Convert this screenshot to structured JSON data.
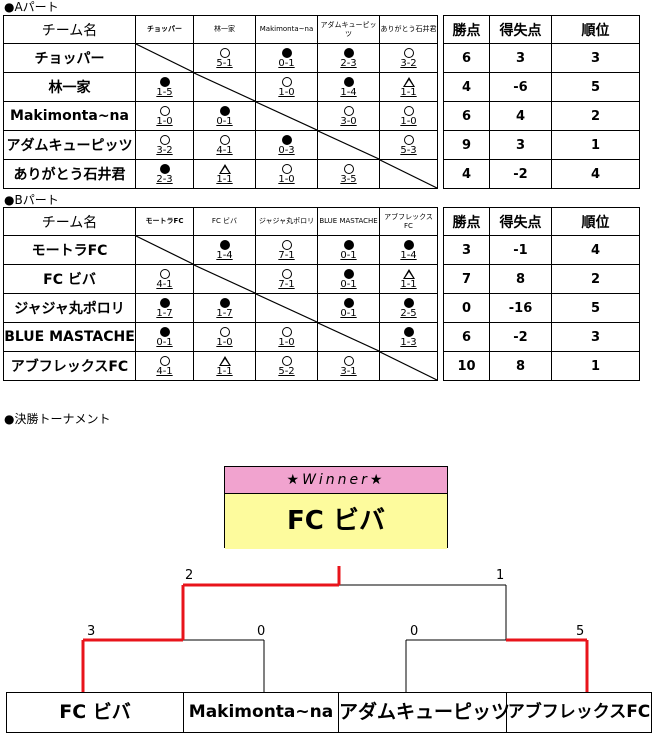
{
  "sections": {
    "a": "●Aパート",
    "b": "●Bパート",
    "final": "●決勝トーナメント"
  },
  "header": {
    "team": "チーム名",
    "points": "勝点",
    "diff": "得失点",
    "rank": "順位"
  },
  "symbols": {
    "win": "○",
    "lose": "●",
    "draw": "△"
  },
  "partA": {
    "columns": [
      "チョッパー",
      "林一家",
      "Makimonta~na",
      "アダムキューピッツ",
      "ありがとう石井君"
    ],
    "rows": [
      {
        "name": "チョッパー",
        "cells": [
          null,
          {
            "r": "win",
            "s": "5-1"
          },
          {
            "r": "lose",
            "s": "0-1"
          },
          {
            "r": "lose",
            "s": "2-3"
          },
          {
            "r": "win",
            "s": "3-2"
          }
        ],
        "points": "6",
        "diff": "3",
        "rank": "3"
      },
      {
        "name": "林一家",
        "cells": [
          {
            "r": "lose",
            "s": "1-5"
          },
          null,
          {
            "r": "win",
            "s": "1-0"
          },
          {
            "r": "lose",
            "s": "1-4"
          },
          {
            "r": "draw",
            "s": "1-1"
          }
        ],
        "points": "4",
        "diff": "-6",
        "rank": "5"
      },
      {
        "name": "Makimonta~na",
        "cells": [
          {
            "r": "win",
            "s": "1-0"
          },
          {
            "r": "lose",
            "s": "0-1"
          },
          null,
          {
            "r": "win",
            "s": "3-0"
          },
          {
            "r": "win",
            "s": "1-0"
          }
        ],
        "points": "6",
        "diff": "4",
        "rank": "2"
      },
      {
        "name": "アダムキューピッツ",
        "cells": [
          {
            "r": "win",
            "s": "3-2"
          },
          {
            "r": "win",
            "s": "4-1"
          },
          {
            "r": "lose",
            "s": "0-3"
          },
          null,
          {
            "r": "win",
            "s": "5-3"
          }
        ],
        "points": "9",
        "diff": "3",
        "rank": "1"
      },
      {
        "name": "ありがとう石井君",
        "cells": [
          {
            "r": "lose",
            "s": "2-3"
          },
          {
            "r": "draw",
            "s": "1-1"
          },
          {
            "r": "win",
            "s": "1-0"
          },
          {
            "r": "win",
            "s": "3-5"
          },
          null
        ],
        "points": "4",
        "diff": "-2",
        "rank": "4"
      }
    ]
  },
  "partB": {
    "columns": [
      "モートラFC",
      "FC ビバ",
      "ジャジャ丸ポロリ",
      "BLUE MASTACHE",
      "アブフレックスFC"
    ],
    "rows": [
      {
        "name": "モートラFC",
        "cells": [
          null,
          {
            "r": "lose",
            "s": "1-4"
          },
          {
            "r": "win",
            "s": "7-1"
          },
          {
            "r": "lose",
            "s": "0-1"
          },
          {
            "r": "lose",
            "s": "1-4"
          }
        ],
        "points": "3",
        "diff": "-1",
        "rank": "4"
      },
      {
        "name": "FC ビバ",
        "cells": [
          {
            "r": "win",
            "s": "4-1"
          },
          null,
          {
            "r": "win",
            "s": "7-1"
          },
          {
            "r": "lose",
            "s": "0-1"
          },
          {
            "r": "draw",
            "s": "1-1"
          }
        ],
        "points": "7",
        "diff": "8",
        "rank": "2"
      },
      {
        "name": "ジャジャ丸ポロリ",
        "cells": [
          {
            "r": "lose",
            "s": "1-7"
          },
          {
            "r": "lose",
            "s": "1-7"
          },
          null,
          {
            "r": "lose",
            "s": "0-1"
          },
          {
            "r": "lose",
            "s": "2-5"
          }
        ],
        "points": "0",
        "diff": "-16",
        "rank": "5"
      },
      {
        "name": "BLUE MASTACHE",
        "cells": [
          {
            "r": "lose",
            "s": "0-1"
          },
          {
            "r": "win",
            "s": "1-0"
          },
          {
            "r": "win",
            "s": "1-0"
          },
          null,
          {
            "r": "lose",
            "s": "1-3"
          }
        ],
        "points": "6",
        "diff": "-2",
        "rank": "3"
      },
      {
        "name": "アブフレックスFC",
        "cells": [
          {
            "r": "win",
            "s": "4-1"
          },
          {
            "r": "draw",
            "s": "1-1"
          },
          {
            "r": "win",
            "s": "5-2"
          },
          {
            "r": "win",
            "s": "3-1"
          },
          null
        ],
        "points": "10",
        "diff": "8",
        "rank": "1"
      }
    ]
  },
  "final": {
    "winner_label": "★Winner★",
    "champion": "FC ビバ",
    "teams": [
      "FC ビバ",
      "Makimonta~na",
      "アダムキューピッツ",
      "アブフレックスFC"
    ],
    "semi_scores": [
      "3",
      "0",
      "0",
      "5"
    ],
    "final_scores": [
      "2",
      "1"
    ],
    "colors": {
      "winner_path": "#e8141b",
      "normal_path": "#000000",
      "winner_label_bg": "#f1a3cf",
      "champion_bg": "#fdfb9d"
    }
  }
}
